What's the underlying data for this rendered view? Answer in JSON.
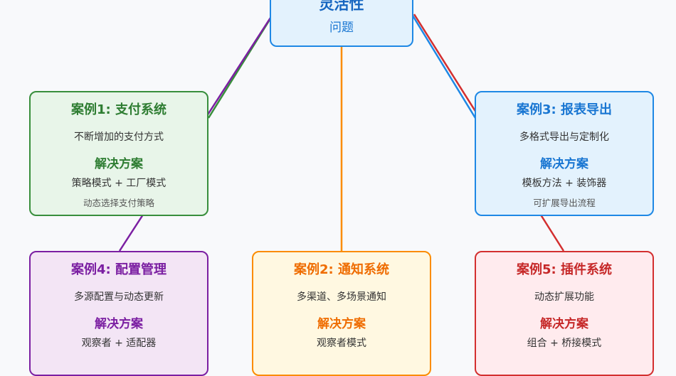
{
  "root": {
    "title": "灵活性",
    "subtitle": "问题"
  },
  "cases": [
    {
      "id": "case1",
      "title": "案例1: 支付系统",
      "problem": "不断增加的支付方式",
      "solution_heading": "解决方案",
      "solution": "策略模式 + 工厂模式",
      "note": "动态选择支付策略"
    },
    {
      "id": "case3",
      "title": "案例3: 报表导出",
      "problem": "多格式导出与定制化",
      "solution_heading": "解决方案",
      "solution": "模板方法 + 装饰器",
      "note": "可扩展导出流程"
    },
    {
      "id": "case4",
      "title": "案例4: 配置管理",
      "problem": "多源配置与动态更新",
      "solution_heading": "解决方案",
      "solution": "观察者 + 适配器",
      "note": ""
    },
    {
      "id": "case2",
      "title": "案例2: 通知系统",
      "problem": "多渠道、多场景通知",
      "solution_heading": "解决方案",
      "solution": "观察者模式",
      "note": ""
    },
    {
      "id": "case5",
      "title": "案例5: 插件系统",
      "problem": "动态扩展功能",
      "solution_heading": "解决方案",
      "solution": "组合 + 桥接模式",
      "note": ""
    }
  ],
  "colors": {
    "root": "#1e88e5",
    "case1": "#388e3c",
    "case2": "#fb8c00",
    "case3": "#1e88e5",
    "case4": "#7b1fa2",
    "case5": "#d32f2f"
  }
}
